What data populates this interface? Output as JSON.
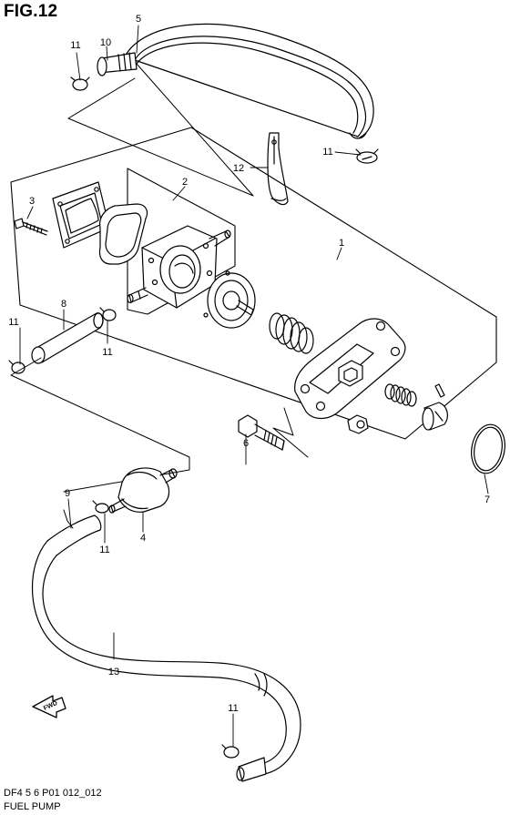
{
  "figure": {
    "title": "FIG.12",
    "code": "DF4 5 6 P01 012_012",
    "caption": "FUEL PUMP",
    "arrow_text": "FWD"
  },
  "callouts": {
    "c1": "1",
    "c2": "2",
    "c3": "3",
    "c4": "4",
    "c5": "5",
    "c6": "6",
    "c7": "7",
    "c8": "8",
    "c9": "9",
    "c10": "10",
    "c11_top": "11",
    "c11_right": "11",
    "c11_left": "11",
    "c11_pin": "11",
    "c11_filter": "11",
    "c11_bottom": "11",
    "c12": "12",
    "c13": "13"
  }
}
